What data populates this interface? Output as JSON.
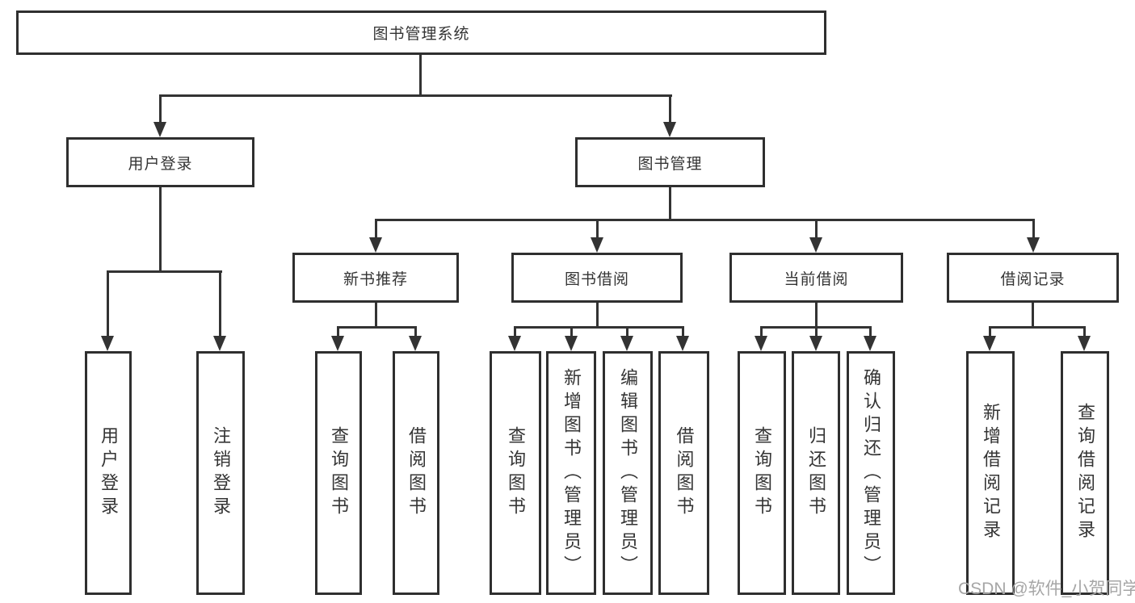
{
  "diagram": {
    "root": {
      "label": "图书管理系统"
    },
    "level2": {
      "user_login": {
        "label": "用户登录"
      },
      "book_mgmt": {
        "label": "图书管理"
      }
    },
    "level3": {
      "new_books": {
        "label": "新书推荐"
      },
      "book_borrow": {
        "label": "图书借阅"
      },
      "current_borrow": {
        "label": "当前借阅"
      },
      "borrow_records": {
        "label": "借阅记录"
      }
    },
    "leaves": {
      "user_login": {
        "label": "用户登录"
      },
      "logout": {
        "label": "注销登录"
      },
      "rec_query": {
        "label": "查询图书"
      },
      "rec_borrow": {
        "label": "借阅图书"
      },
      "bb_query": {
        "label": "查询图书"
      },
      "bb_add": {
        "label": "新增图书（管理员）"
      },
      "bb_edit": {
        "label": "编辑图书（管理员）"
      },
      "bb_borrow": {
        "label": "借阅图书"
      },
      "cb_query": {
        "label": "查询图书"
      },
      "cb_return": {
        "label": "归还图书"
      },
      "cb_confirm": {
        "label": "确认归还（管理员）"
      },
      "br_add": {
        "label": "新增借阅记录"
      },
      "br_query": {
        "label": "查询借阅记录"
      }
    }
  },
  "watermark": {
    "text": "CSDN @软件_小贺同学"
  },
  "colors": {
    "line": "#333333",
    "border": "#2f2f2f",
    "text": "#343434",
    "watermark": "#a6a6a6",
    "background": "#ffffff"
  }
}
